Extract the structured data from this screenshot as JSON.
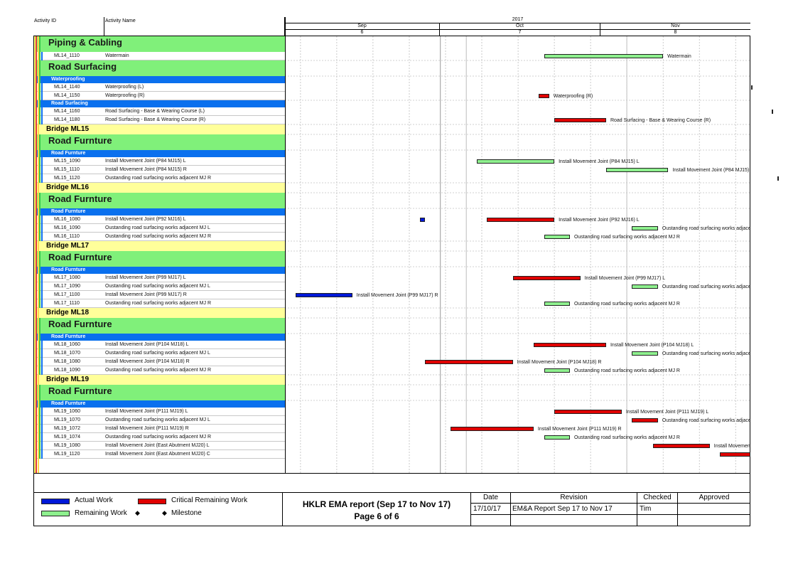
{
  "header": {
    "activity_id_label": "Activity ID",
    "activity_name_label": "Activity Name",
    "year": "2017",
    "months": [
      {
        "name": "Sep",
        "num": "6"
      },
      {
        "name": "Oct",
        "num": "7"
      },
      {
        "name": "Nov",
        "num": "8"
      }
    ]
  },
  "chart_data": {
    "type": "gantt",
    "rows": [
      {
        "kind": "group1",
        "name": "Piping & Cabling"
      },
      {
        "kind": "act",
        "id": "ML14_1110",
        "name": "Watermain",
        "bar": {
          "cat": "remaining",
          "start": "2017-10-16",
          "end": "2017-11-08"
        },
        "label": "Watermain"
      },
      {
        "kind": "group1",
        "name": "Road Surfacing"
      },
      {
        "kind": "group2",
        "name": "Waterproofing"
      },
      {
        "kind": "act",
        "id": "ML14_1140",
        "name": "Waterproofing (L)",
        "bar": {
          "cat": "critical",
          "start": "2017-11-25",
          "end": "2017-11-29"
        },
        "label": "Waterproofing (L"
      },
      {
        "kind": "act",
        "id": "ML14_1150",
        "name": "Waterproofing (R)",
        "bar": {
          "cat": "critical",
          "start": "2017-10-15",
          "end": "2017-10-17"
        },
        "label": "Waterproofing (R)"
      },
      {
        "kind": "group2",
        "name": "Road Surfacing"
      },
      {
        "kind": "act",
        "id": "ML14_1160",
        "name": "Road Surfacing - Base & Wearing Course (L)",
        "bar": {
          "cat": "critical",
          "start": "2017-11-29",
          "end": "2017-12-07"
        },
        "label": ""
      },
      {
        "kind": "act",
        "id": "ML14_1180",
        "name": "Road Surfacing - Base & Wearing Course (R)",
        "bar": {
          "cat": "critical",
          "start": "2017-10-18",
          "end": "2017-10-28"
        },
        "label": "Road Surfacing - Base & Wearing Course (R)"
      },
      {
        "kind": "group0",
        "name": "Bridge ML15"
      },
      {
        "kind": "group1",
        "name": "Road Furnture"
      },
      {
        "kind": "group2",
        "name": "Road Furnture"
      },
      {
        "kind": "act",
        "id": "ML15_1090",
        "name": "Install Movement Joint (P84 MJ15) L",
        "bar": {
          "cat": "remaining",
          "start": "2017-10-03",
          "end": "2017-10-18"
        },
        "label": "Install Movement Joint (P84 MJ15) L"
      },
      {
        "kind": "act",
        "id": "ML15_1110",
        "name": "Install Movement Joint (P84 MJ15) R",
        "bar": {
          "cat": "remaining",
          "start": "2017-10-28",
          "end": "2017-11-09"
        },
        "label": "Install Movement Joint (P84 MJ15) R"
      },
      {
        "kind": "act",
        "id": "ML15_1120",
        "name": "Oustanding road surfacing works adjacent MJ R",
        "bar": {
          "cat": "remaining",
          "start": "2017-11-30",
          "end": "2017-12-06"
        },
        "label": "Ou"
      },
      {
        "kind": "group0",
        "name": "Bridge ML16"
      },
      {
        "kind": "group1",
        "name": "Road Furnture"
      },
      {
        "kind": "group2",
        "name": "Road Furnture"
      },
      {
        "kind": "act",
        "id": "ML16_1080",
        "name": "Install Movement Joint (P92 MJ16) L",
        "bars": [
          {
            "cat": "actual",
            "start": "2017-09-22",
            "end": "2017-09-23"
          },
          {
            "cat": "critical",
            "start": "2017-10-05",
            "end": "2017-10-18"
          }
        ],
        "label": "Install Movement Joint (P92 MJ16) L"
      },
      {
        "kind": "act",
        "id": "ML16_1090",
        "name": "Oustanding road surfacing works adjacent MJ L",
        "bar": {
          "cat": "remaining",
          "start": "2017-11-02",
          "end": "2017-11-07"
        },
        "label": "Oustanding road surfacing works adjacent MJ L"
      },
      {
        "kind": "act",
        "id": "ML16_1110",
        "name": "Oustanding road surfacing works adjacent MJ R",
        "bar": {
          "cat": "remaining",
          "start": "2017-10-16",
          "end": "2017-10-21"
        },
        "label": "Oustanding road surfacing works adjacent MJ R"
      },
      {
        "kind": "group0",
        "name": "Bridge ML17"
      },
      {
        "kind": "group1",
        "name": "Road Furnture"
      },
      {
        "kind": "group2",
        "name": "Road Furnture"
      },
      {
        "kind": "act",
        "id": "ML17_1080",
        "name": "Install Movement Joint (P99 MJ17) L",
        "bar": {
          "cat": "critical",
          "start": "2017-10-10",
          "end": "2017-10-23"
        },
        "label": "Install Movement Joint (P99 MJ17) L"
      },
      {
        "kind": "act",
        "id": "ML17_1090",
        "name": "Oustanding road surfacing works adjacent MJ L",
        "bar": {
          "cat": "remaining",
          "start": "2017-11-02",
          "end": "2017-11-07"
        },
        "label": "Oustanding road surfacing works adjacent MJ L"
      },
      {
        "kind": "act",
        "id": "ML17_1100",
        "name": "Install Movement Joint (P99 MJ17) R",
        "bar": {
          "cat": "actual",
          "start": "2017-08-29",
          "end": "2017-09-09"
        },
        "label": "Install Movement Joint (P99 MJ17) R"
      },
      {
        "kind": "act",
        "id": "ML17_1110",
        "name": "Oustanding road surfacing works adjacent MJ R",
        "bar": {
          "cat": "remaining",
          "start": "2017-10-16",
          "end": "2017-10-21"
        },
        "label": "Oustanding road surfacing works adjacent MJ R"
      },
      {
        "kind": "group0",
        "name": "Bridge ML18"
      },
      {
        "kind": "group1",
        "name": "Road Furnture"
      },
      {
        "kind": "group2",
        "name": "Road Furnture"
      },
      {
        "kind": "act",
        "id": "ML18_1060",
        "name": "Install Movement Joint (P104 MJ18) L",
        "bar": {
          "cat": "critical",
          "start": "2017-10-14",
          "end": "2017-10-28"
        },
        "label": "Install Movement Joint (P104 MJ18) L"
      },
      {
        "kind": "act",
        "id": "ML18_1070",
        "name": "Oustanding road surfacing works adjacent MJ L",
        "bar": {
          "cat": "remaining",
          "start": "2017-11-02",
          "end": "2017-11-07"
        },
        "label": "Oustanding road surfacing works adjacent MJ L"
      },
      {
        "kind": "act",
        "id": "ML18_1080",
        "name": "Install Movement Joint (P104 MJ18) R",
        "bar": {
          "cat": "critical",
          "start": "2017-09-23",
          "end": "2017-10-10"
        },
        "label": "Install Movement Joint (P104 MJ18) R"
      },
      {
        "kind": "act",
        "id": "ML18_1090",
        "name": "Oustanding road surfacing works adjacent MJ R",
        "bar": {
          "cat": "remaining",
          "start": "2017-10-16",
          "end": "2017-10-21"
        },
        "label": "Oustanding road surfacing works adjacent MJ R"
      },
      {
        "kind": "group0",
        "name": "Bridge ML19"
      },
      {
        "kind": "group1",
        "name": "Road Furnture"
      },
      {
        "kind": "group2",
        "name": "Road Furnture"
      },
      {
        "kind": "act",
        "id": "ML19_1060",
        "name": "Install Movement Joint (P111 MJ19) L",
        "bar": {
          "cat": "critical",
          "start": "2017-10-18",
          "end": "2017-10-31"
        },
        "label": "Install Movement Joint (P111 MJ19) L"
      },
      {
        "kind": "act",
        "id": "ML19_1070",
        "name": "Oustanding road surfacing works adjacent MJ L",
        "bar": {
          "cat": "critical",
          "start": "2017-11-02",
          "end": "2017-11-07"
        },
        "label": "Oustanding road surfacing works adjacent MJ L"
      },
      {
        "kind": "act",
        "id": "ML19_1072",
        "name": "Install Movement Joint (P111 MJ19) R",
        "bar": {
          "cat": "critical",
          "start": "2017-09-28",
          "end": "2017-10-14"
        },
        "label": "Install Movement Joint (P111 MJ19) R"
      },
      {
        "kind": "act",
        "id": "ML19_1074",
        "name": "Oustanding road surfacing works adjacent MJ R",
        "bar": {
          "cat": "remaining",
          "start": "2017-10-16",
          "end": "2017-10-21"
        },
        "label": "Oustanding road surfacing works adjacent MJ R"
      },
      {
        "kind": "act",
        "id": "ML19_1080",
        "name": "Install Movement Joint (East Abutment MJ20) L",
        "bar": {
          "cat": "critical",
          "start": "2017-11-06",
          "end": "2017-11-17"
        },
        "label": "Install Movement Joint"
      },
      {
        "kind": "act",
        "id": "ML19_1120",
        "name": "Install Movement Joint (East Abutment MJ20) C",
        "bar": {
          "cat": "critical",
          "start": "2017-11-19",
          "end": "2017-11-30"
        },
        "label": ""
      }
    ],
    "colors": {
      "actual": "#0018d8",
      "critical": "#e00000",
      "remaining": "#8ef08e"
    }
  },
  "legend": {
    "actual_work": "Actual Work",
    "critical_remaining_work": "Critical Remaining Work",
    "remaining_work": "Remaining Work",
    "milestone": "Milestone"
  },
  "title_block": {
    "line1": "HKLR EMA report (Sep 17 to Nov 17)",
    "line2": "Page 6 of 6"
  },
  "revision": {
    "headers": {
      "date": "Date",
      "revision": "Revision",
      "checked": "Checked",
      "approved": "Approved"
    },
    "rows": [
      {
        "date": "17/10/17",
        "revision": "EM&A Report Sep 17 to Nov 17",
        "checked": "Tim",
        "approved": ""
      }
    ]
  }
}
